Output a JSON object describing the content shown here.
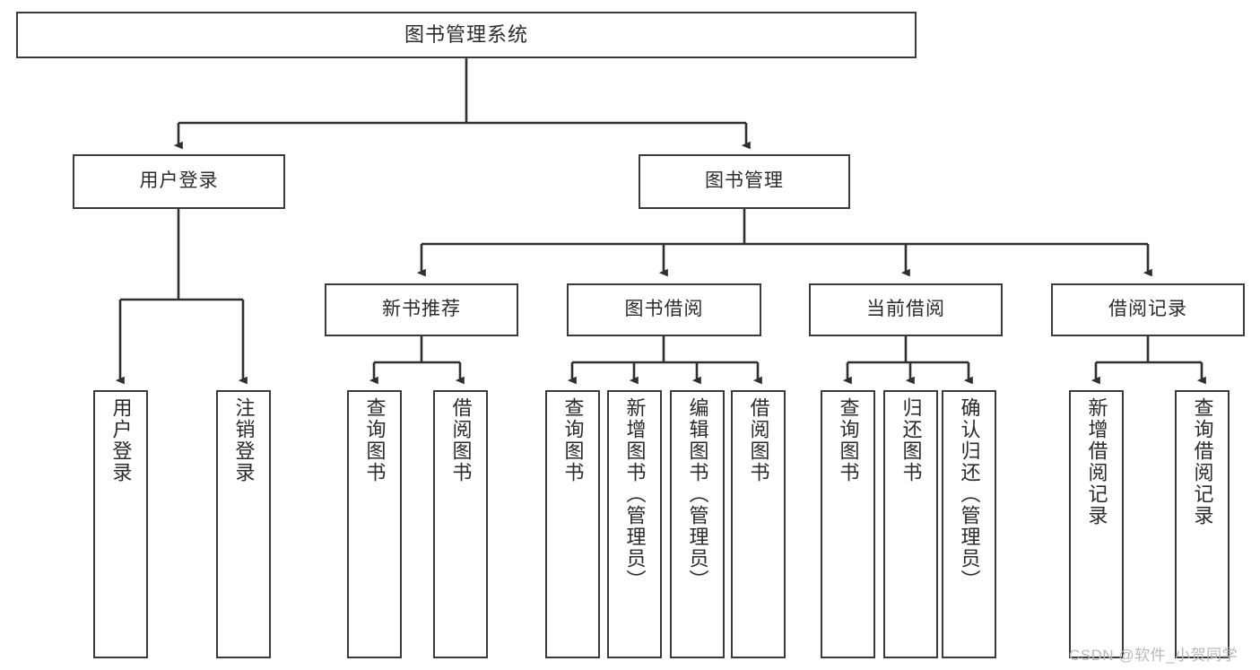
{
  "diagram": {
    "type": "tree-hierarchy",
    "title": "图书管理系统",
    "watermark": "CSDN @软件_小贺同学",
    "colors": {
      "box_border": "#3a3a3a",
      "box_fill": "#ffffff",
      "connector": "#2f2f2f",
      "text": "#2b2b2b",
      "watermark": "#b9b9b9",
      "background": "#ffffff"
    },
    "root": {
      "label": "图书管理系统"
    },
    "level2": [
      {
        "label": "用户登录"
      },
      {
        "label": "图书管理"
      }
    ],
    "level3": [
      {
        "label": "新书推荐"
      },
      {
        "label": "图书借阅"
      },
      {
        "label": "当前借阅"
      },
      {
        "label": "借阅记录"
      }
    ],
    "leaves": {
      "user_login": [
        {
          "label": "用户登录"
        },
        {
          "label": "注销登录"
        }
      ],
      "new_book_recommend": [
        {
          "label": "查询图书"
        },
        {
          "label": "借阅图书"
        }
      ],
      "book_borrow": [
        {
          "label": "查询图书"
        },
        {
          "label": "新增图书（管理员）"
        },
        {
          "label": "编辑图书（管理员）"
        },
        {
          "label": "借阅图书"
        }
      ],
      "current_borrow": [
        {
          "label": "查询图书"
        },
        {
          "label": "归还图书"
        },
        {
          "label": "确认归还（管理员）"
        }
      ],
      "borrow_record": [
        {
          "label": "新增借阅记录"
        },
        {
          "label": "查询借阅记录"
        }
      ]
    }
  }
}
